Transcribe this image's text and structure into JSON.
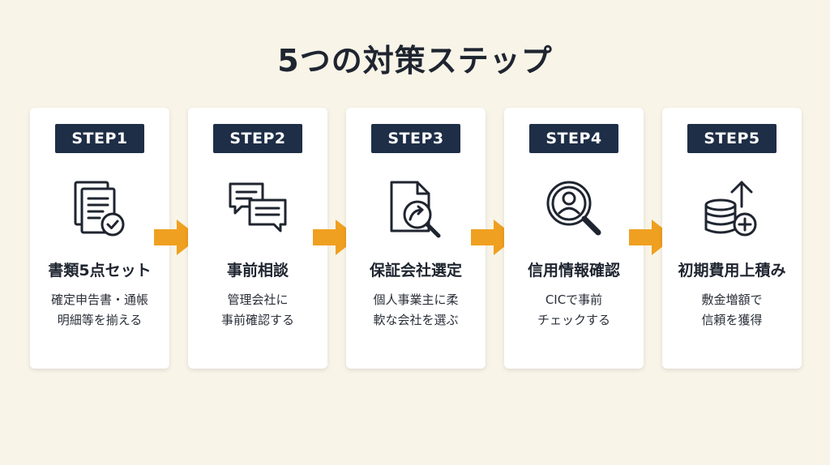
{
  "title": "5つの対策ステップ",
  "colors": {
    "badge": "#1e2e47",
    "arrow": "#f0a020",
    "card": "#ffffff",
    "background": "#f8f4e8"
  },
  "steps": [
    {
      "badge": "STEP1",
      "title": "書類5点セット",
      "desc": [
        "確定申告書・通帳",
        "明細等を揃える"
      ],
      "icon": "documents-check-icon"
    },
    {
      "badge": "STEP2",
      "title": "事前相談",
      "desc": [
        "管理会社に",
        "事前確認する"
      ],
      "icon": "chat-bubbles-icon"
    },
    {
      "badge": "STEP3",
      "title": "保証会社選定",
      "desc": [
        "個人事業主に柔",
        "軟な会社を選ぶ"
      ],
      "icon": "document-search-icon"
    },
    {
      "badge": "STEP4",
      "title": "信用情報確認",
      "desc": [
        "CICで事前",
        "チェックする"
      ],
      "icon": "person-search-icon"
    },
    {
      "badge": "STEP5",
      "title": "初期費用上積み",
      "desc": [
        "敷金増額で",
        "信頼を獲得"
      ],
      "icon": "coins-plus-arrow-icon"
    }
  ]
}
